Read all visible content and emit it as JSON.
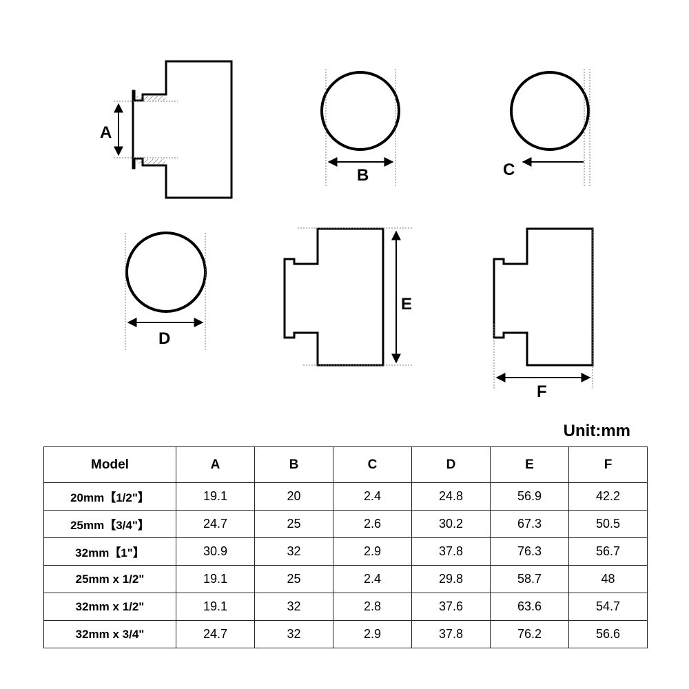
{
  "labels": {
    "a": "A",
    "b": "B",
    "c": "C",
    "d": "D",
    "e": "E",
    "f": "F"
  },
  "unit": "Unit:mm",
  "table": {
    "headers": [
      "Model",
      "A",
      "B",
      "C",
      "D",
      "E",
      "F"
    ],
    "rows": [
      [
        "20mm【1/2\"】",
        "19.1",
        "20",
        "2.4",
        "24.8",
        "56.9",
        "42.2"
      ],
      [
        "25mm【3/4\"】",
        "24.7",
        "25",
        "2.6",
        "30.2",
        "67.3",
        "50.5"
      ],
      [
        "32mm【1\"】",
        "30.9",
        "32",
        "2.9",
        "37.8",
        "76.3",
        "56.7"
      ],
      [
        "25mm x 1/2\"",
        "19.1",
        "25",
        "2.4",
        "29.8",
        "58.7",
        "48"
      ],
      [
        "32mm x 1/2\"",
        "19.1",
        "32",
        "2.8",
        "37.6",
        "63.6",
        "54.7"
      ],
      [
        "32mm x 3/4\"",
        "24.7",
        "32",
        "2.9",
        "37.8",
        "76.2",
        "56.6"
      ]
    ]
  }
}
